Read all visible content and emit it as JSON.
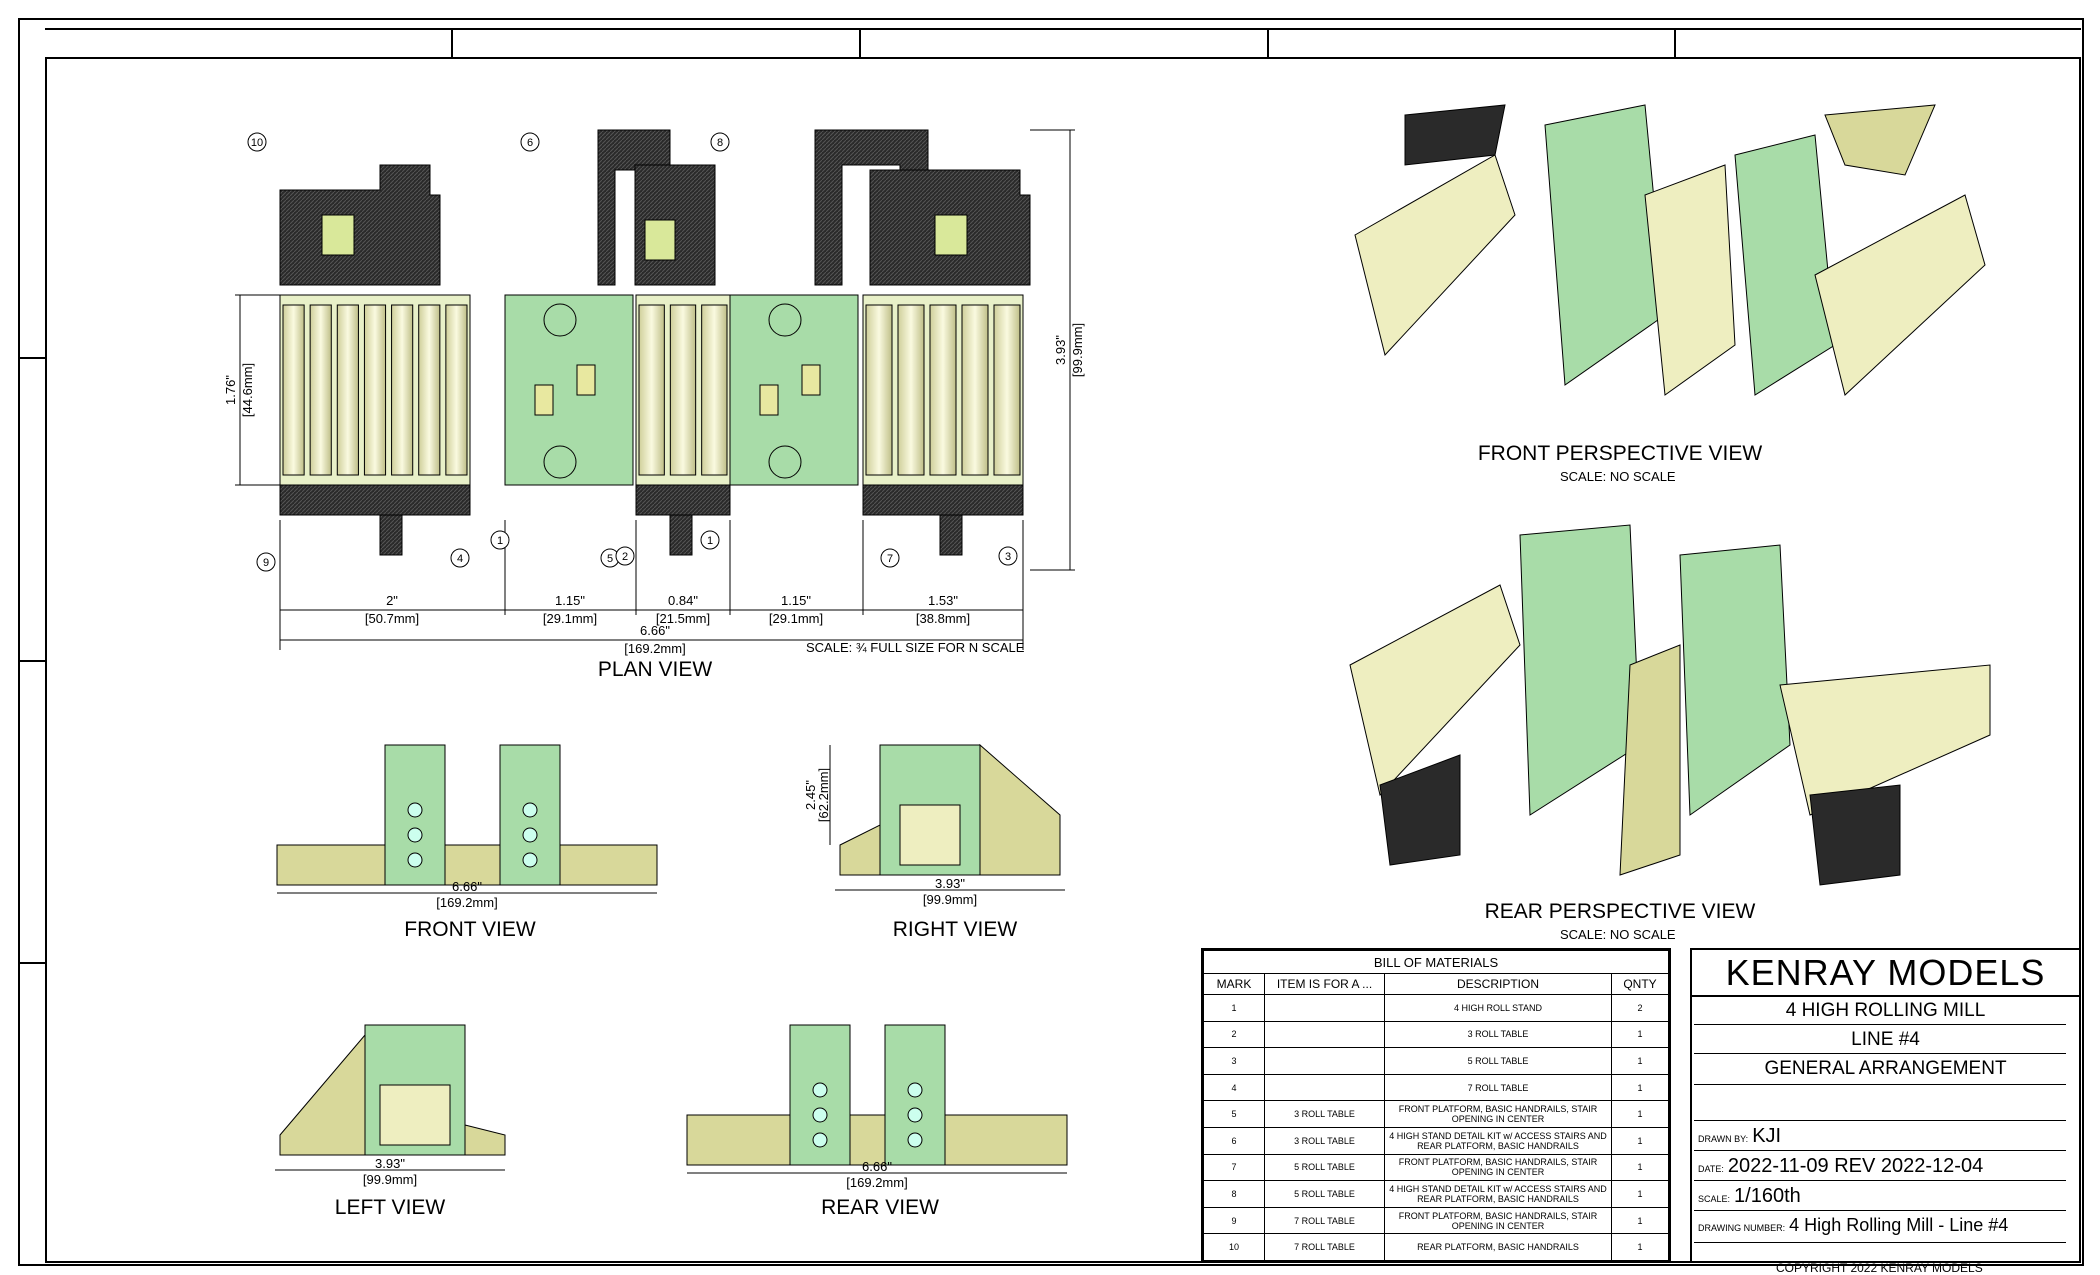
{
  "sheet": {
    "views": {
      "plan": "PLAN VIEW",
      "front": "FRONT VIEW",
      "right": "RIGHT VIEW",
      "left": "LEFT VIEW",
      "rear": "REAR VIEW",
      "front_perspective": "FRONT PERSPECTIVE VIEW",
      "rear_perspective": "REAR PERSPECTIVE VIEW"
    },
    "scale_notes": {
      "plan": "SCALE: ¾ FULL SIZE FOR N SCALE",
      "front_perspective": "SCALE: NO SCALE",
      "rear_perspective": "SCALE: NO SCALE"
    },
    "plan_dimensions": {
      "d1": "2\"",
      "d1mm": "[50.7mm]",
      "d2": "1.15\"",
      "d2mm": "[29.1mm]",
      "d3": "0.84\"",
      "d3mm": "[21.5mm]",
      "d4": "1.15\"",
      "d4mm": "[29.1mm]",
      "d5": "1.53\"",
      "d5mm": "[38.8mm]",
      "overall": "6.66\"",
      "overallmm": "[169.2mm]",
      "height_left": "1.76\"",
      "height_leftmm": "[44.6mm]",
      "height_right": "3.93\"",
      "height_rightmm": "[99.9mm]"
    },
    "front_dim": {
      "in": "6.66\"",
      "mm": "[169.2mm]"
    },
    "right_dim": {
      "in": "3.93\"",
      "mm": "[99.9mm]",
      "h_in": "2.45\"",
      "h_mm": "[62.2mm]"
    },
    "left_dim": {
      "in": "3.93\"",
      "mm": "[99.9mm]"
    },
    "rear_dim": {
      "in": "6.66\"",
      "mm": "[169.2mm]"
    },
    "balloons": [
      "10",
      "6",
      "8",
      "9",
      "4",
      "1",
      "5",
      "2",
      "1",
      "7",
      "3"
    ]
  },
  "bom": {
    "title": "BILL OF MATERIALS",
    "headers": [
      "MARK",
      "ITEM IS FOR A ...",
      "DESCRIPTION",
      "QNTY"
    ],
    "rows": [
      {
        "mark": "1",
        "item": "",
        "desc": "4 HIGH ROLL STAND",
        "qty": "2"
      },
      {
        "mark": "2",
        "item": "",
        "desc": "3 ROLL TABLE",
        "qty": "1"
      },
      {
        "mark": "3",
        "item": "",
        "desc": "5 ROLL TABLE",
        "qty": "1"
      },
      {
        "mark": "4",
        "item": "",
        "desc": "7 ROLL TABLE",
        "qty": "1"
      },
      {
        "mark": "5",
        "item": "3 ROLL TABLE",
        "desc": "FRONT PLATFORM, BASIC HANDRAILS, STAIR OPENING IN CENTER",
        "qty": "1"
      },
      {
        "mark": "6",
        "item": "3 ROLL TABLE",
        "desc": "4 HIGH STAND DETAIL KIT w/ ACCESS STAIRS AND REAR PLATFORM, BASIC HANDRAILS",
        "qty": "1"
      },
      {
        "mark": "7",
        "item": "5 ROLL TABLE",
        "desc": "FRONT PLATFORM, BASIC HANDRAILS, STAIR OPENING IN CENTER",
        "qty": "1"
      },
      {
        "mark": "8",
        "item": "5 ROLL TABLE",
        "desc": "4 HIGH STAND DETAIL KIT w/ ACCESS STAIRS AND REAR PLATFORM, BASIC HANDRAILS",
        "qty": "1"
      },
      {
        "mark": "9",
        "item": "7 ROLL TABLE",
        "desc": "FRONT PLATFORM, BASIC HANDRAILS, STAIR OPENING IN CENTER",
        "qty": "1"
      },
      {
        "mark": "10",
        "item": "7 ROLL TABLE",
        "desc": "REAR PLATFORM, BASIC HANDRAILS",
        "qty": "1"
      }
    ]
  },
  "titleblock": {
    "company": "KENRAY MODELS",
    "line1": "4 HIGH ROLLING MILL",
    "line2": "LINE #4",
    "line3": "GENERAL ARRANGEMENT",
    "drawn_by_cap": "DRAWN BY:",
    "drawn_by": "KJI",
    "date_cap": "DATE:",
    "date": "2022-11-09 REV 2022-12-04",
    "scale_cap": "SCALE:",
    "scale": "1/160th",
    "drawing_number_cap": "DRAWING NUMBER:",
    "drawing_number": "4 High Rolling Mill - Line #4"
  },
  "copyright": "COPYRIGHT 2022 KENRAY MODELS",
  "colors": {
    "stand": "#a8dca8",
    "roll": "#eeeec0",
    "platform": "#2a2a2a",
    "rail": "#d8d89a"
  }
}
